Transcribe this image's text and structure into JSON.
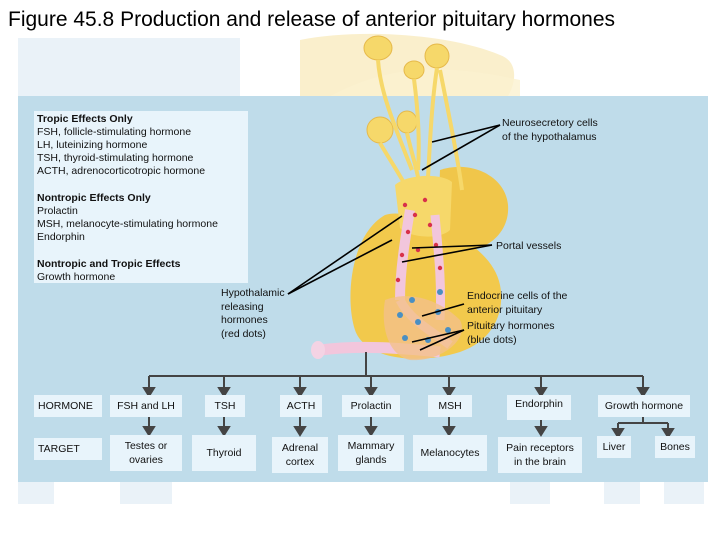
{
  "title": "Figure 45.8 Production and release of anterior pituitary hormones",
  "legend": {
    "sections": [
      {
        "heading": "Tropic Effects Only",
        "items": [
          "FSH, follicle-stimulating hormone",
          "LH, luteinizing hormone",
          "TSH, thyroid-stimulating hormone",
          "ACTH, adrenocorticotropic hormone"
        ]
      },
      {
        "heading": "Nontropic Effects Only",
        "items": [
          "Prolactin",
          "MSH, melanocyte-stimulating hormone",
          "Endorphin"
        ]
      },
      {
        "heading": "Nontropic and Tropic Effects",
        "items": [
          "Growth hormone"
        ]
      }
    ]
  },
  "labels": {
    "neurosecretory": "Neurosecretory cells\nof the hypothalamus",
    "portal": "Portal vessels",
    "releasing": "Hypothalamic\nreleasing\nhormones\n(red dots)",
    "endocrine": "Endocrine cells of the\nanterior pituitary",
    "pituitary_hormones": "Pituitary hormones\n(blue dots)"
  },
  "hormone_row": {
    "header": "HORMONE",
    "items": [
      "FSH and LH",
      "TSH",
      "ACTH",
      "Prolactin",
      "MSH",
      "Endorphin",
      "Growth hormone"
    ]
  },
  "target_row": {
    "header": "TARGET",
    "items": [
      "Testes or\novaries",
      "Thyroid",
      "Adrenal\ncortex",
      "Mammary\nglands",
      "Melanocytes",
      "Pain receptors\nin the brain",
      "Liver",
      "Bones"
    ]
  },
  "colors": {
    "panel": "#bfdcea",
    "box": "#e8f4fb",
    "anterior_lobe": "#f2c94c",
    "neuron": "#f6d86a",
    "vessel": "#f2c6dc",
    "red_dot": "#d8314a",
    "blue_dot": "#4a8fc2"
  }
}
